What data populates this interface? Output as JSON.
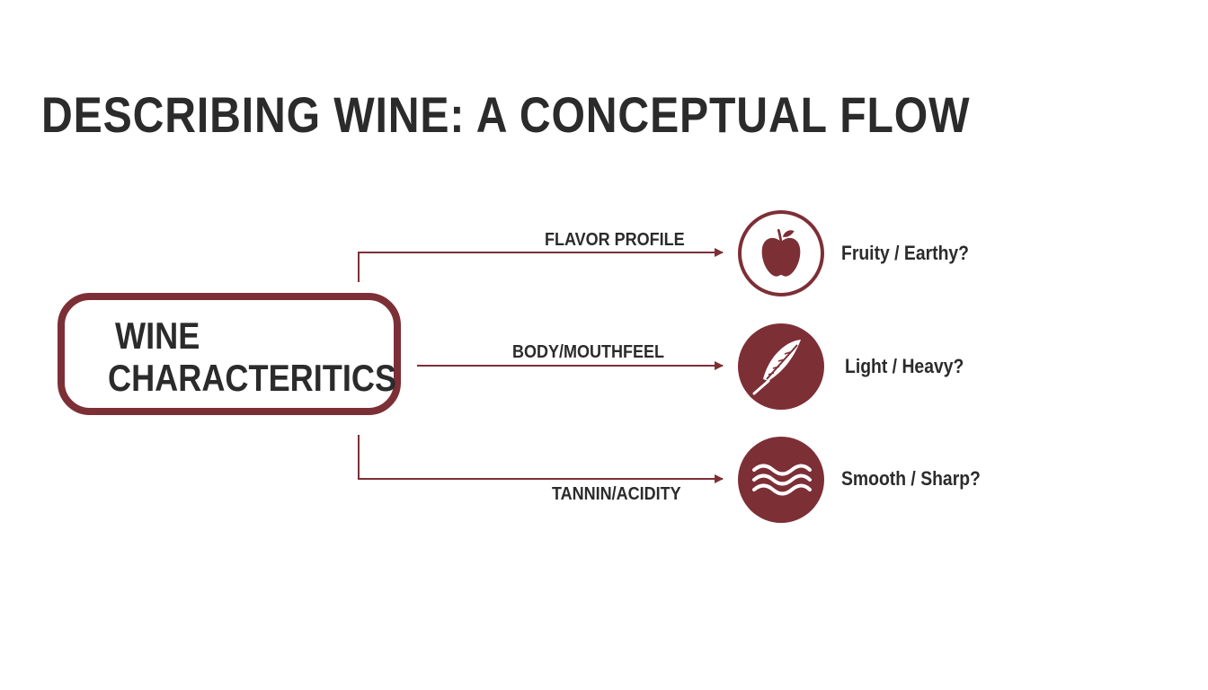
{
  "title": "DESCRIBING WINE: A CONCEPTUAL FLOW",
  "colors": {
    "accent": "#7d2f36",
    "text": "#2b2b2b",
    "background": "#ffffff"
  },
  "source_node": {
    "line1": "WINE",
    "line2": "CHARACTERITICS"
  },
  "branches": [
    {
      "label": "FLAVOR PROFILE",
      "icon": "apple-icon",
      "icon_style": "outline",
      "outcome": "Fruity / Earthy?"
    },
    {
      "label": "BODY/MOUTHFEEL",
      "icon": "feather-icon",
      "icon_style": "filled",
      "outcome": "Light / Heavy?"
    },
    {
      "label": "TANNIN/ACIDITY",
      "icon": "waves-icon",
      "icon_style": "filled",
      "outcome": "Smooth / Sharp?"
    }
  ]
}
